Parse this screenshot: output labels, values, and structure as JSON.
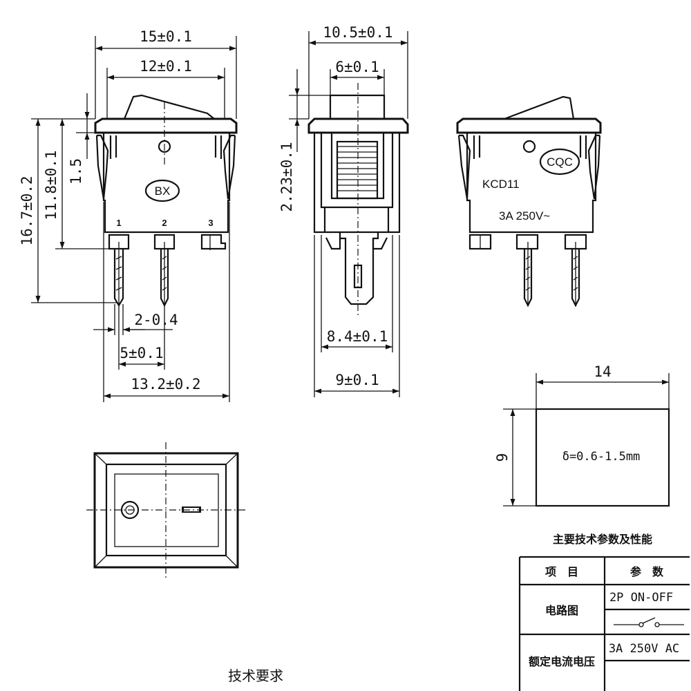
{
  "front_view": {
    "dims": {
      "outer_width": "15±0.1",
      "inner_width": "12±0.1",
      "total_height": "16.7±0.2",
      "body_height": "11.8±0.1",
      "flange": "1.5",
      "pin_thickness": "2-0.4",
      "pin_pitch": "5±0.1",
      "overall_bottom": "13.2±0.2"
    },
    "mark": "BX",
    "pins": [
      "1",
      "2",
      "3"
    ]
  },
  "side_view": {
    "dims": {
      "top_width": "10.5±0.1",
      "rocker_width": "6±0.1",
      "height": "2.23±0.1",
      "body_width": "8.4±0.1",
      "base_width": "9±0.1"
    }
  },
  "rear_view": {
    "mark": "CQC",
    "model": "KCD11",
    "rating": "3A 250V~"
  },
  "panel_cutout": {
    "width": "14",
    "height": "9",
    "thickness": "δ=0.6-1.5mm"
  },
  "spec_table": {
    "title": "主要技术参数及性能",
    "header": [
      "项　目",
      "参　数"
    ],
    "rows": [
      {
        "item": "电路图",
        "value": "2P  ON-OFF"
      },
      {
        "item": "额定电流电压",
        "value": "3A  250V  AC"
      }
    ]
  },
  "footer_title": "技术要求"
}
